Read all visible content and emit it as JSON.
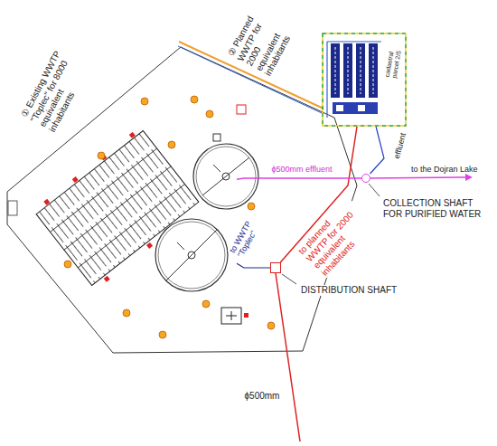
{
  "diagram": {
    "nodes": [
      {
        "text": [
          "① Existing WWTP \"Toplec\" for 8000 equivalent inhabitants"
        ]
      },
      {
        "text": [
          "② Planned WWTP for 2000 equivalent inhabitants",
          "cadastral parcel 2/5"
        ]
      },
      {
        "text": [
          "COLLECTION SHAFT FOR PURIFIED WATER"
        ]
      },
      {
        "text": [
          "DISTRIBUTION SHAFT"
        ]
      }
    ],
    "edges": [
      {
        "from": 3,
        "to": 0,
        "arrow": "none",
        "label": "to WWTP \"Toplec\""
      },
      {
        "from": 3,
        "to": 1,
        "arrow": "none",
        "label": "to planned WWTP for 2000 equivalent inhabitants"
      },
      {
        "from": 1,
        "to": 2,
        "arrow": "none",
        "label": "effluent"
      },
      {
        "from": 0,
        "to": 2,
        "arrow": "none",
        "label": "ϕ500mm effluent"
      }
    ],
    "labels": [
      "to the Dojran Lake",
      "ϕ500mm"
    ]
  }
}
